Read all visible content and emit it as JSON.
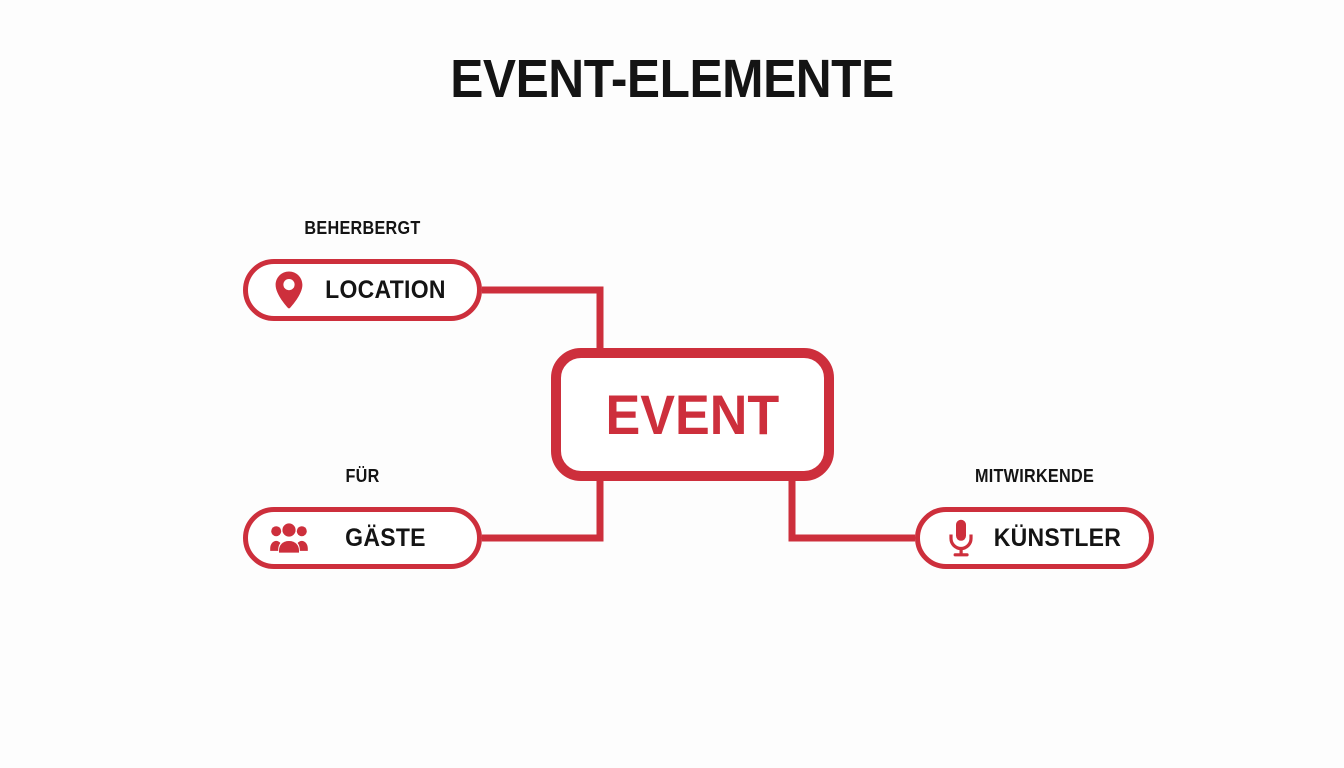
{
  "page": {
    "title": "EVENT-ELEMENTE",
    "background_color": "#fdfdfd",
    "accent_color": "#cd2f3c",
    "text_color": "#141414"
  },
  "diagram": {
    "center": {
      "label": "EVENT",
      "shape": "rounded-rectangle",
      "text_color": "#cd2f3c",
      "border_color": "#cd2f3c"
    },
    "nodes": [
      {
        "id": "location",
        "relation_label": "BEHERBERGT",
        "label": "LOCATION",
        "icon": "map-pin-icon",
        "position": "top-left",
        "connects_to": "EVENT"
      },
      {
        "id": "gaeste",
        "relation_label": "FÜR",
        "label": "GÄSTE",
        "icon": "people-group-icon",
        "position": "bottom-left",
        "connects_to": "EVENT"
      },
      {
        "id": "kuenstler",
        "relation_label": "MITWIRKENDE",
        "label": "KÜNSTLER",
        "icon": "microphone-icon",
        "position": "bottom-right",
        "connects_to": "EVENT"
      }
    ]
  }
}
